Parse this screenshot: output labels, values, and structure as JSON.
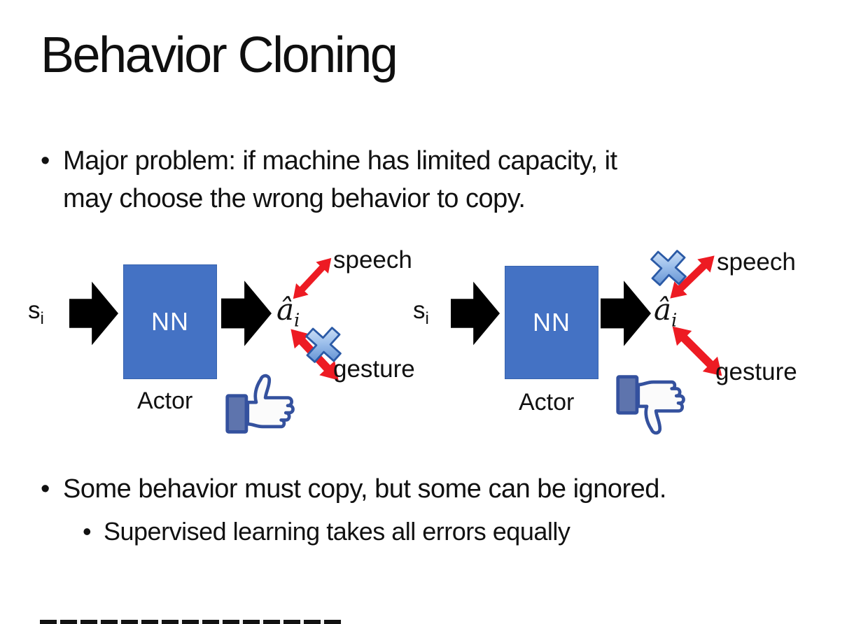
{
  "slide": {
    "title": "Behavior Cloning",
    "bullets": {
      "marker": "•",
      "b1_line1": "Major problem: if machine has limited capacity, it",
      "b1_line2": "may choose the wrong behavior to copy.",
      "b2": "Some behavior must copy, but some can be ignored.",
      "b2_sub": "Supervised learning takes all errors equally"
    }
  },
  "diagrams": {
    "left": {
      "input": "s",
      "input_sub": "i",
      "nn": "NN",
      "actor": "Actor",
      "output": "â",
      "output_sub": "i",
      "speech": "speech",
      "gesture": "gesture",
      "crossed_out": "gesture",
      "feedback_icon": "thumbs-up-icon"
    },
    "right": {
      "input": "s",
      "input_sub": "i",
      "nn": "NN",
      "actor": "Actor",
      "output": "â",
      "output_sub": "i",
      "speech": "speech",
      "gesture": "gesture",
      "crossed_out": "speech",
      "feedback_icon": "thumbs-down-icon"
    }
  },
  "colors": {
    "background": "#FFFFFF",
    "text": "#111111",
    "nn_box": "#4472C4",
    "nn_text": "#FFFFFF",
    "block_arrow": "#000000",
    "red_arrow": "#ED1B23",
    "cross_fill_light": "#D9E7F8",
    "cross_fill_dark": "#4A7EC8",
    "cross_border": "#2B5AA6",
    "thumb_outline": "#34519E",
    "thumb_cuff": "#5E74AD"
  }
}
